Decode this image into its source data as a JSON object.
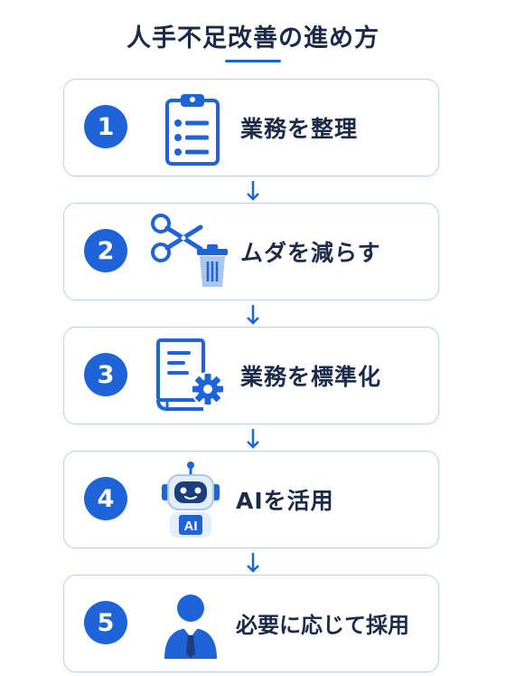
{
  "title": "人手不足改善の進め方",
  "steps": [
    {
      "number": "1",
      "label": "業務を整理",
      "icon": "clipboard-checklist-icon"
    },
    {
      "number": "2",
      "label": "ムダを減らす",
      "icon": "scissors-trash-icon"
    },
    {
      "number": "3",
      "label": "業務を標準化",
      "icon": "manual-gear-icon"
    },
    {
      "number": "4",
      "label": "AIを活用",
      "icon": "ai-robot-icon",
      "icon_text": "AI"
    },
    {
      "number": "5",
      "label": "必要に応じて採用",
      "icon": "person-tie-icon"
    }
  ],
  "colors": {
    "primary": "#1f63d9",
    "text": "#1c2a4a",
    "border": "#b9d3ef",
    "light": "#a8c6ee"
  }
}
